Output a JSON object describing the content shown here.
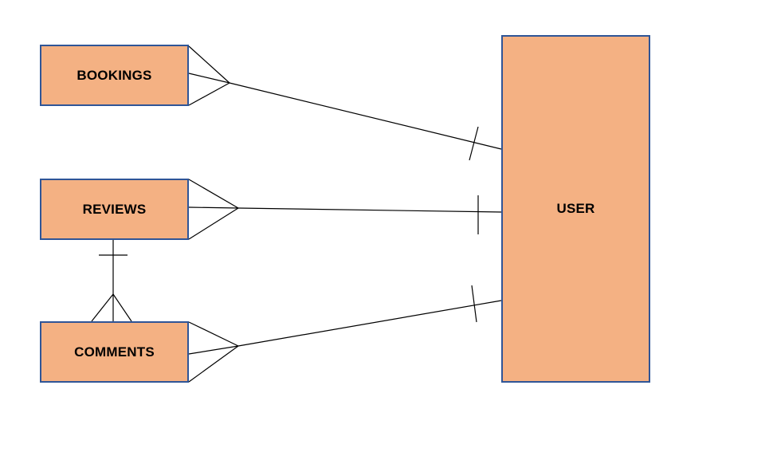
{
  "diagram": {
    "entities": {
      "bookings": "BOOKINGS",
      "reviews": "REVIEWS",
      "comments": "COMMENTS",
      "user": "USER"
    },
    "relationships": [
      {
        "from": "bookings",
        "to": "user",
        "from_end": "many",
        "to_end": "one"
      },
      {
        "from": "reviews",
        "to": "user",
        "from_end": "many",
        "to_end": "one"
      },
      {
        "from": "comments",
        "to": "user",
        "from_end": "many",
        "to_end": "one"
      },
      {
        "from": "reviews",
        "to": "comments",
        "from_end": "one",
        "to_end": "many"
      }
    ],
    "colors": {
      "entity_fill": "#f4b183",
      "entity_border": "#2f5597",
      "line": "#000000"
    }
  }
}
